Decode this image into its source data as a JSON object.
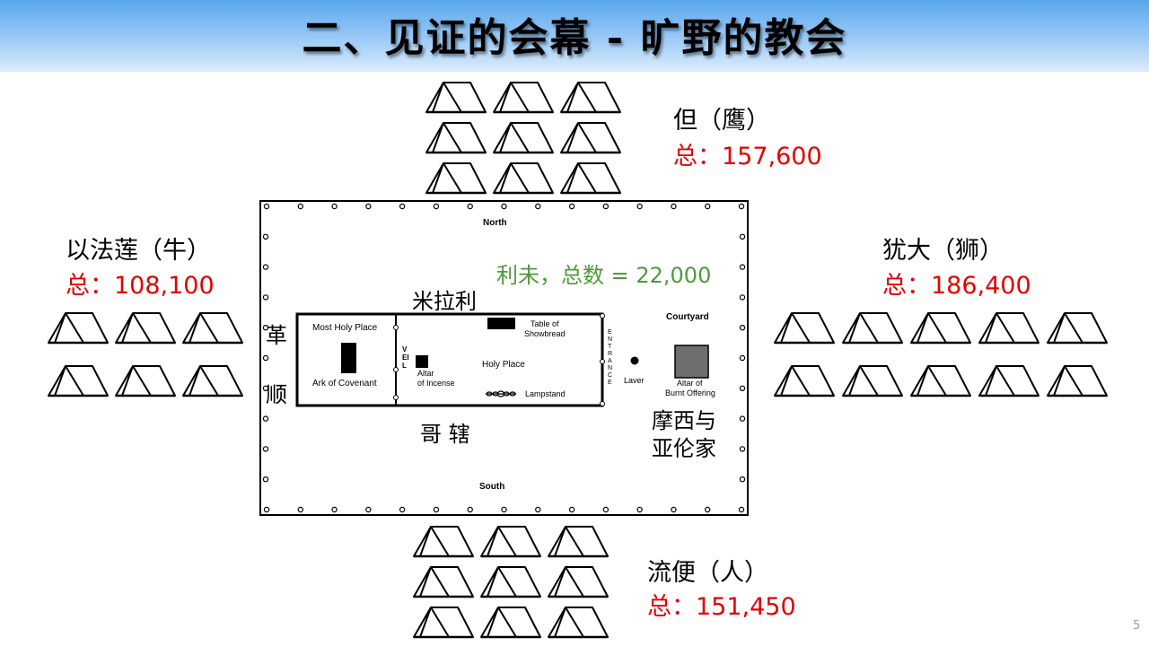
{
  "slide": {
    "title": "二、见证的会幕 - 旷野的教会",
    "page_number": "5"
  },
  "tribes": {
    "north": {
      "label": "但（鹰）",
      "total": "总：157,600"
    },
    "west": {
      "label": "以法莲（牛）",
      "total": "总：108,100"
    },
    "east": {
      "label": "犹大（狮）",
      "total": "总：186,400"
    },
    "south": {
      "label": "流便（人）",
      "total": "总：151,450"
    }
  },
  "levites": {
    "total": "利未，总数 = 22,000",
    "north_clan": "米拉利",
    "west_clan_1": "革",
    "west_clan_2": "顺",
    "south_clan": "哥 辖",
    "east_clan_1": "摩西与",
    "east_clan_2": "亚伦家"
  },
  "diagram": {
    "north": "North",
    "south": "South",
    "courtyard": "Courtyard",
    "most_holy_place": "Most Holy Place",
    "ark": "Ark of Covenant",
    "veil": "VEIL",
    "altar_incense_1": "Altar",
    "altar_incense_2": "of Incense",
    "table_1": "Table of",
    "table_2": "Showbread",
    "holy_place": "Holy Place",
    "lampstand": "Lampstand",
    "entrance": "ENTRANCE",
    "laver": "Laver",
    "altar_burnt_1": "Altar of",
    "altar_burnt_2": "Burnt Offering"
  },
  "colors": {
    "banner_top": "#5aa6ee",
    "total_red": "#e30000",
    "levi_green": "#4f9a3a"
  },
  "icons": {
    "tent": "tent-icon"
  }
}
